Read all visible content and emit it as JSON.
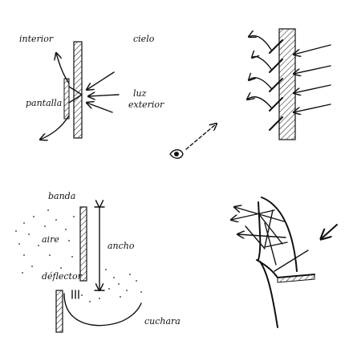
{
  "labels": {
    "interior": "interior",
    "cielo": "cielo",
    "pantalla": "pantalla",
    "luz_exterior_1": "luz",
    "luz_exterior_2": "exterior",
    "banda": "banda",
    "aire": "aire",
    "ancho": "ancho",
    "deflector": "déflector",
    "cuchara": "cuchara"
  },
  "colors": {
    "ink": "#111111",
    "paper": "#ffffff"
  },
  "icons": [
    "eye-icon",
    "arrow-icon"
  ]
}
